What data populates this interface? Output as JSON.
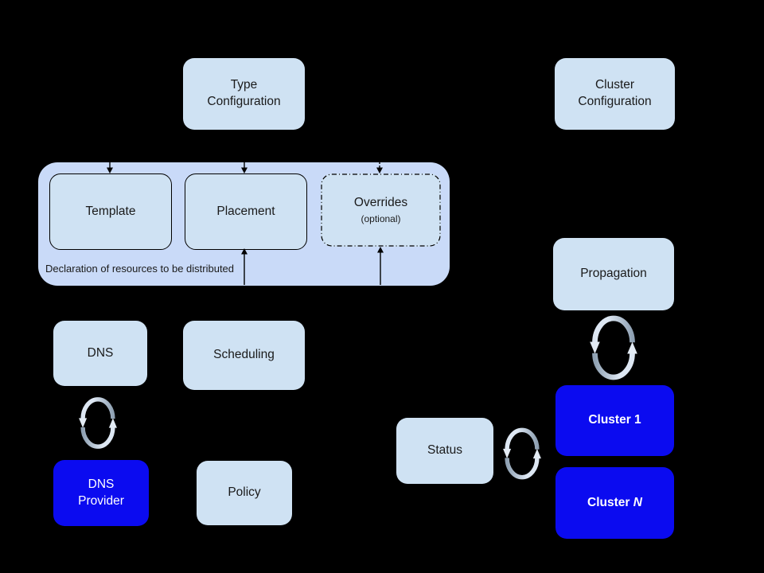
{
  "colors": {
    "page_bg": "#000000",
    "container_fill": "#c9daf8",
    "box_fill": "#cfe2f3",
    "accent_blue": "#0b0bf0",
    "text_dark": "#1a1a1a",
    "text_light": "#ffffff",
    "line": "#000000",
    "sync_light": "#dde7f3",
    "sync_shadow": "#8fa1b3"
  },
  "nodes": {
    "type_config": {
      "label": "Type\nConfiguration"
    },
    "cluster_config": {
      "label": "Cluster\nConfiguration"
    },
    "template": {
      "label": "Template"
    },
    "placement": {
      "label": "Placement"
    },
    "overrides": {
      "label": "Overrides",
      "sublabel": "(optional)"
    },
    "declaration_caption": "Declaration of resources to be distributed",
    "dns": {
      "label": "DNS"
    },
    "scheduling": {
      "label": "Scheduling"
    },
    "dns_provider": {
      "label": "DNS\nProvider"
    },
    "policy": {
      "label": "Policy"
    },
    "propagation": {
      "label": "Propagation"
    },
    "status": {
      "label": "Status"
    },
    "cluster_1": {
      "label": "Cluster 1"
    },
    "cluster_n": {
      "label_prefix": "Cluster ",
      "label_suffix": "N"
    }
  },
  "icons": {
    "sync": "sync-cycle-arrows"
  }
}
